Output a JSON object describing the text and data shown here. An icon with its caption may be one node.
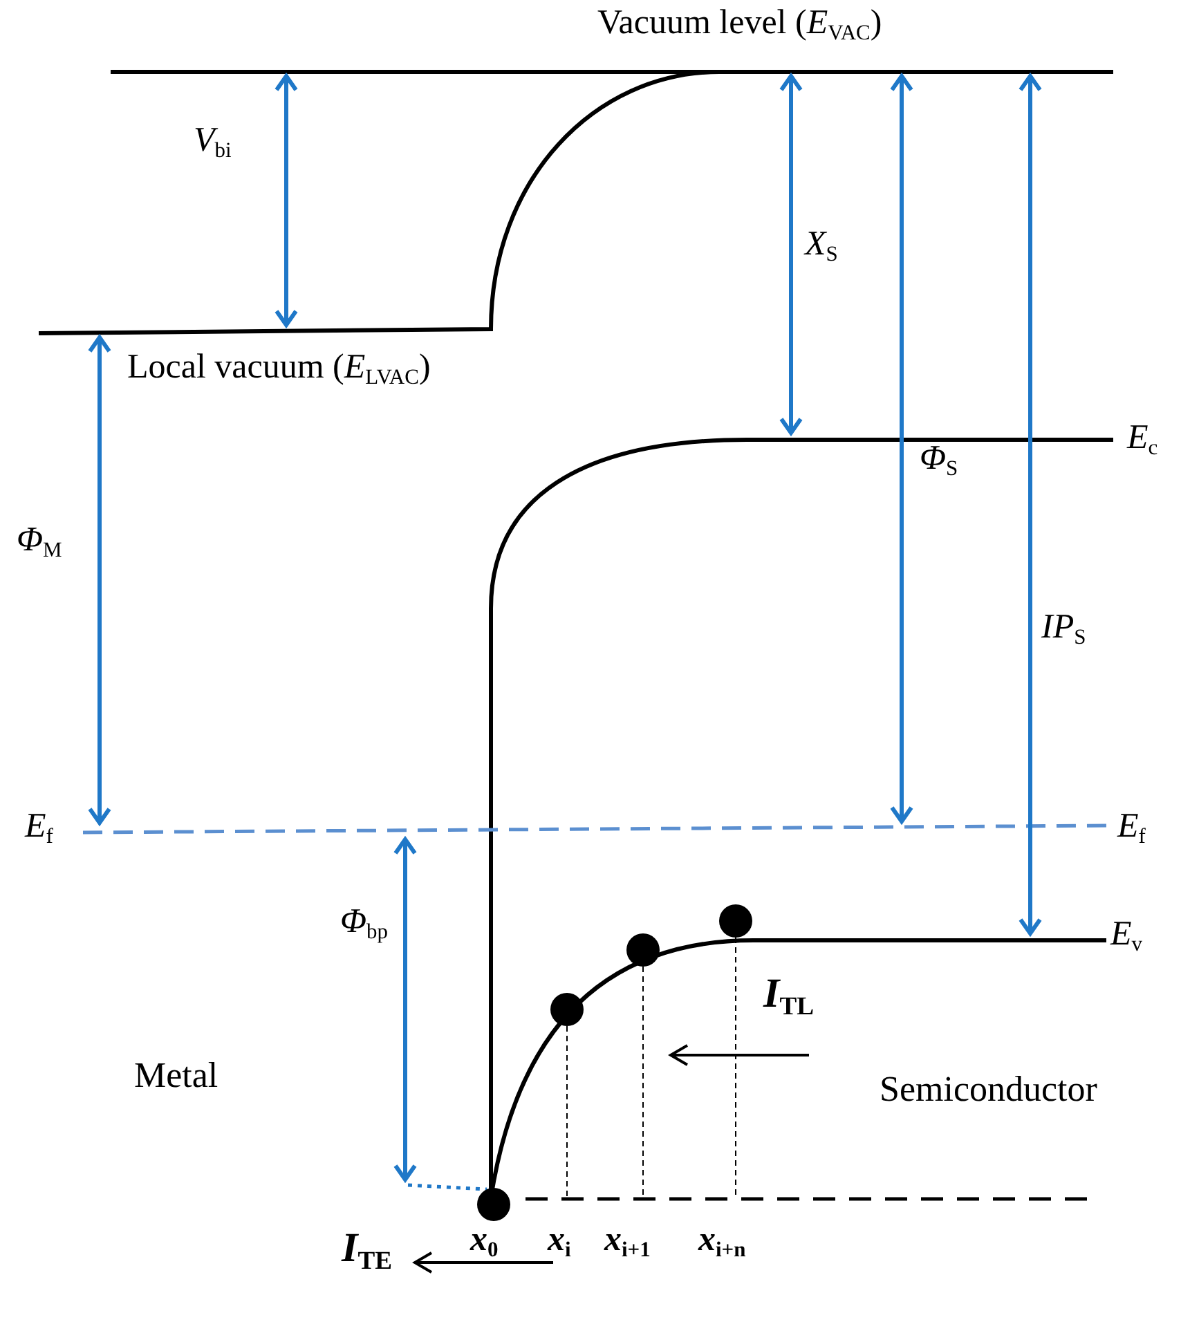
{
  "diagram": {
    "labels": [
      "Vacuum level (*E*$_{VAC}$)",
      "*V*$_{bi}$",
      "*X*$_{S}$",
      "Local vacuum (*E*$_{LVAC}$)",
      "*E*$_{c}$",
      "*Φ*$_{S}$",
      "*Φ*$_{M}$",
      "*IP*$_{S}$",
      "*E*$_{f}$",
      "*E*$_{f}$",
      "*E*$_{v}$",
      "*I*$_{TL}$",
      "*Φ*$_{bp}$",
      "Metal",
      "Semiconductor",
      "*x*$_{0}$",
      "*x*$_{i}$",
      "*x*$_{i+1}$",
      "*x*$_{i+n}$",
      "*I*$_{TE}$"
    ]
  }
}
